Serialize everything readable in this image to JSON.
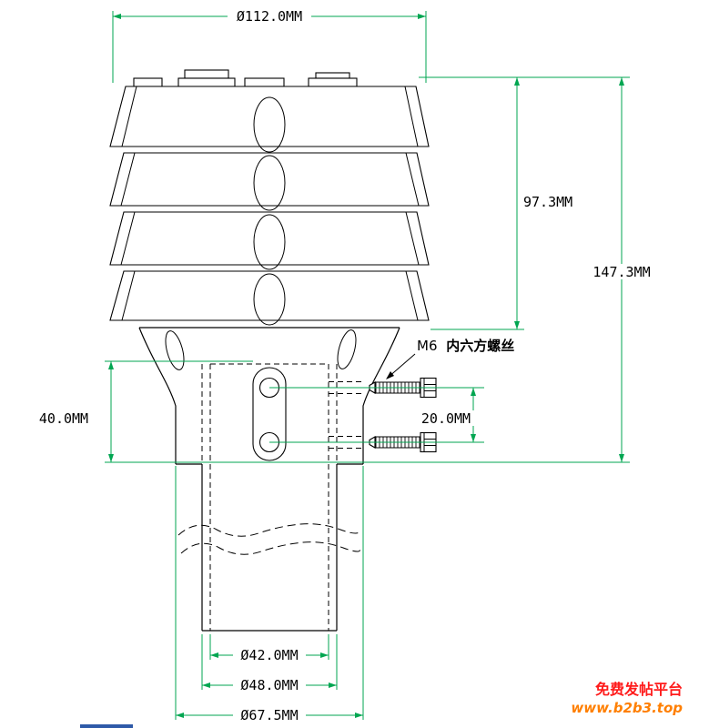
{
  "drawing": {
    "dimensions": {
      "top_diameter": "Ø112.0MM",
      "shield_height": "97.3MM",
      "overall_height": "147.3MM",
      "clamp_section_height": "40.0MM",
      "screw_spacing": "20.0MM",
      "inner_bore_diameter": "Ø42.0MM",
      "tube_outer_diameter": "Ø48.0MM",
      "collar_outer_diameter": "Ø67.5MM"
    },
    "annotations": {
      "screw_size": "M6",
      "screw_type": "内六方螺丝"
    }
  },
  "watermark": {
    "line1": "免费发帖平台",
    "line2": "www.b2b3.top"
  },
  "colors": {
    "dimension_green": "#00a651",
    "drawing_black": "#000000",
    "watermark_red": "#ff1a1a",
    "watermark_orange": "#ff7f00"
  }
}
